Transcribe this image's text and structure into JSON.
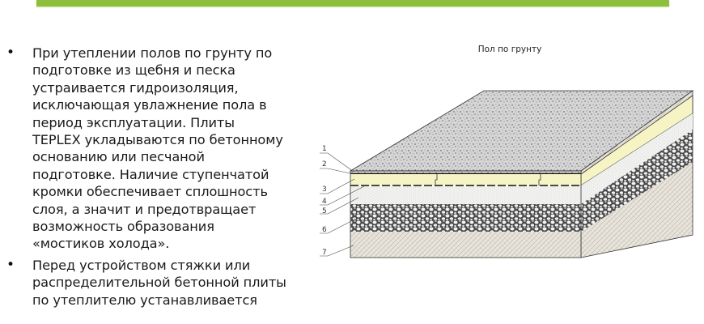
{
  "header": {
    "accent_color": "#8cbf3c"
  },
  "bullets": [
    {
      "lines": [
        "При утеплении полов по грунту по",
        "подготовке из щебня и песка",
        "устраивается гидроизоляция,",
        "исключающая увлажнение пола в",
        "период эксплуатации. Плиты",
        "TEPLEX укладываются по бетонному",
        "основанию или песчаной",
        "подготовке. Наличие ступенчатой",
        "кромки обеспечивает сплошность",
        "слоя, а значит и предотвращает",
        "возможность образования",
        "«мостиков холода»."
      ]
    },
    {
      "lines": [
        "Перед устройством стяжки или",
        "распределительной бетонной плиты",
        "по утеплителю устанавливается"
      ]
    }
  ],
  "diagram": {
    "title": "Пол по грунту",
    "labels": [
      "1",
      "2",
      "3",
      "4",
      "5",
      "6",
      "7"
    ]
  }
}
